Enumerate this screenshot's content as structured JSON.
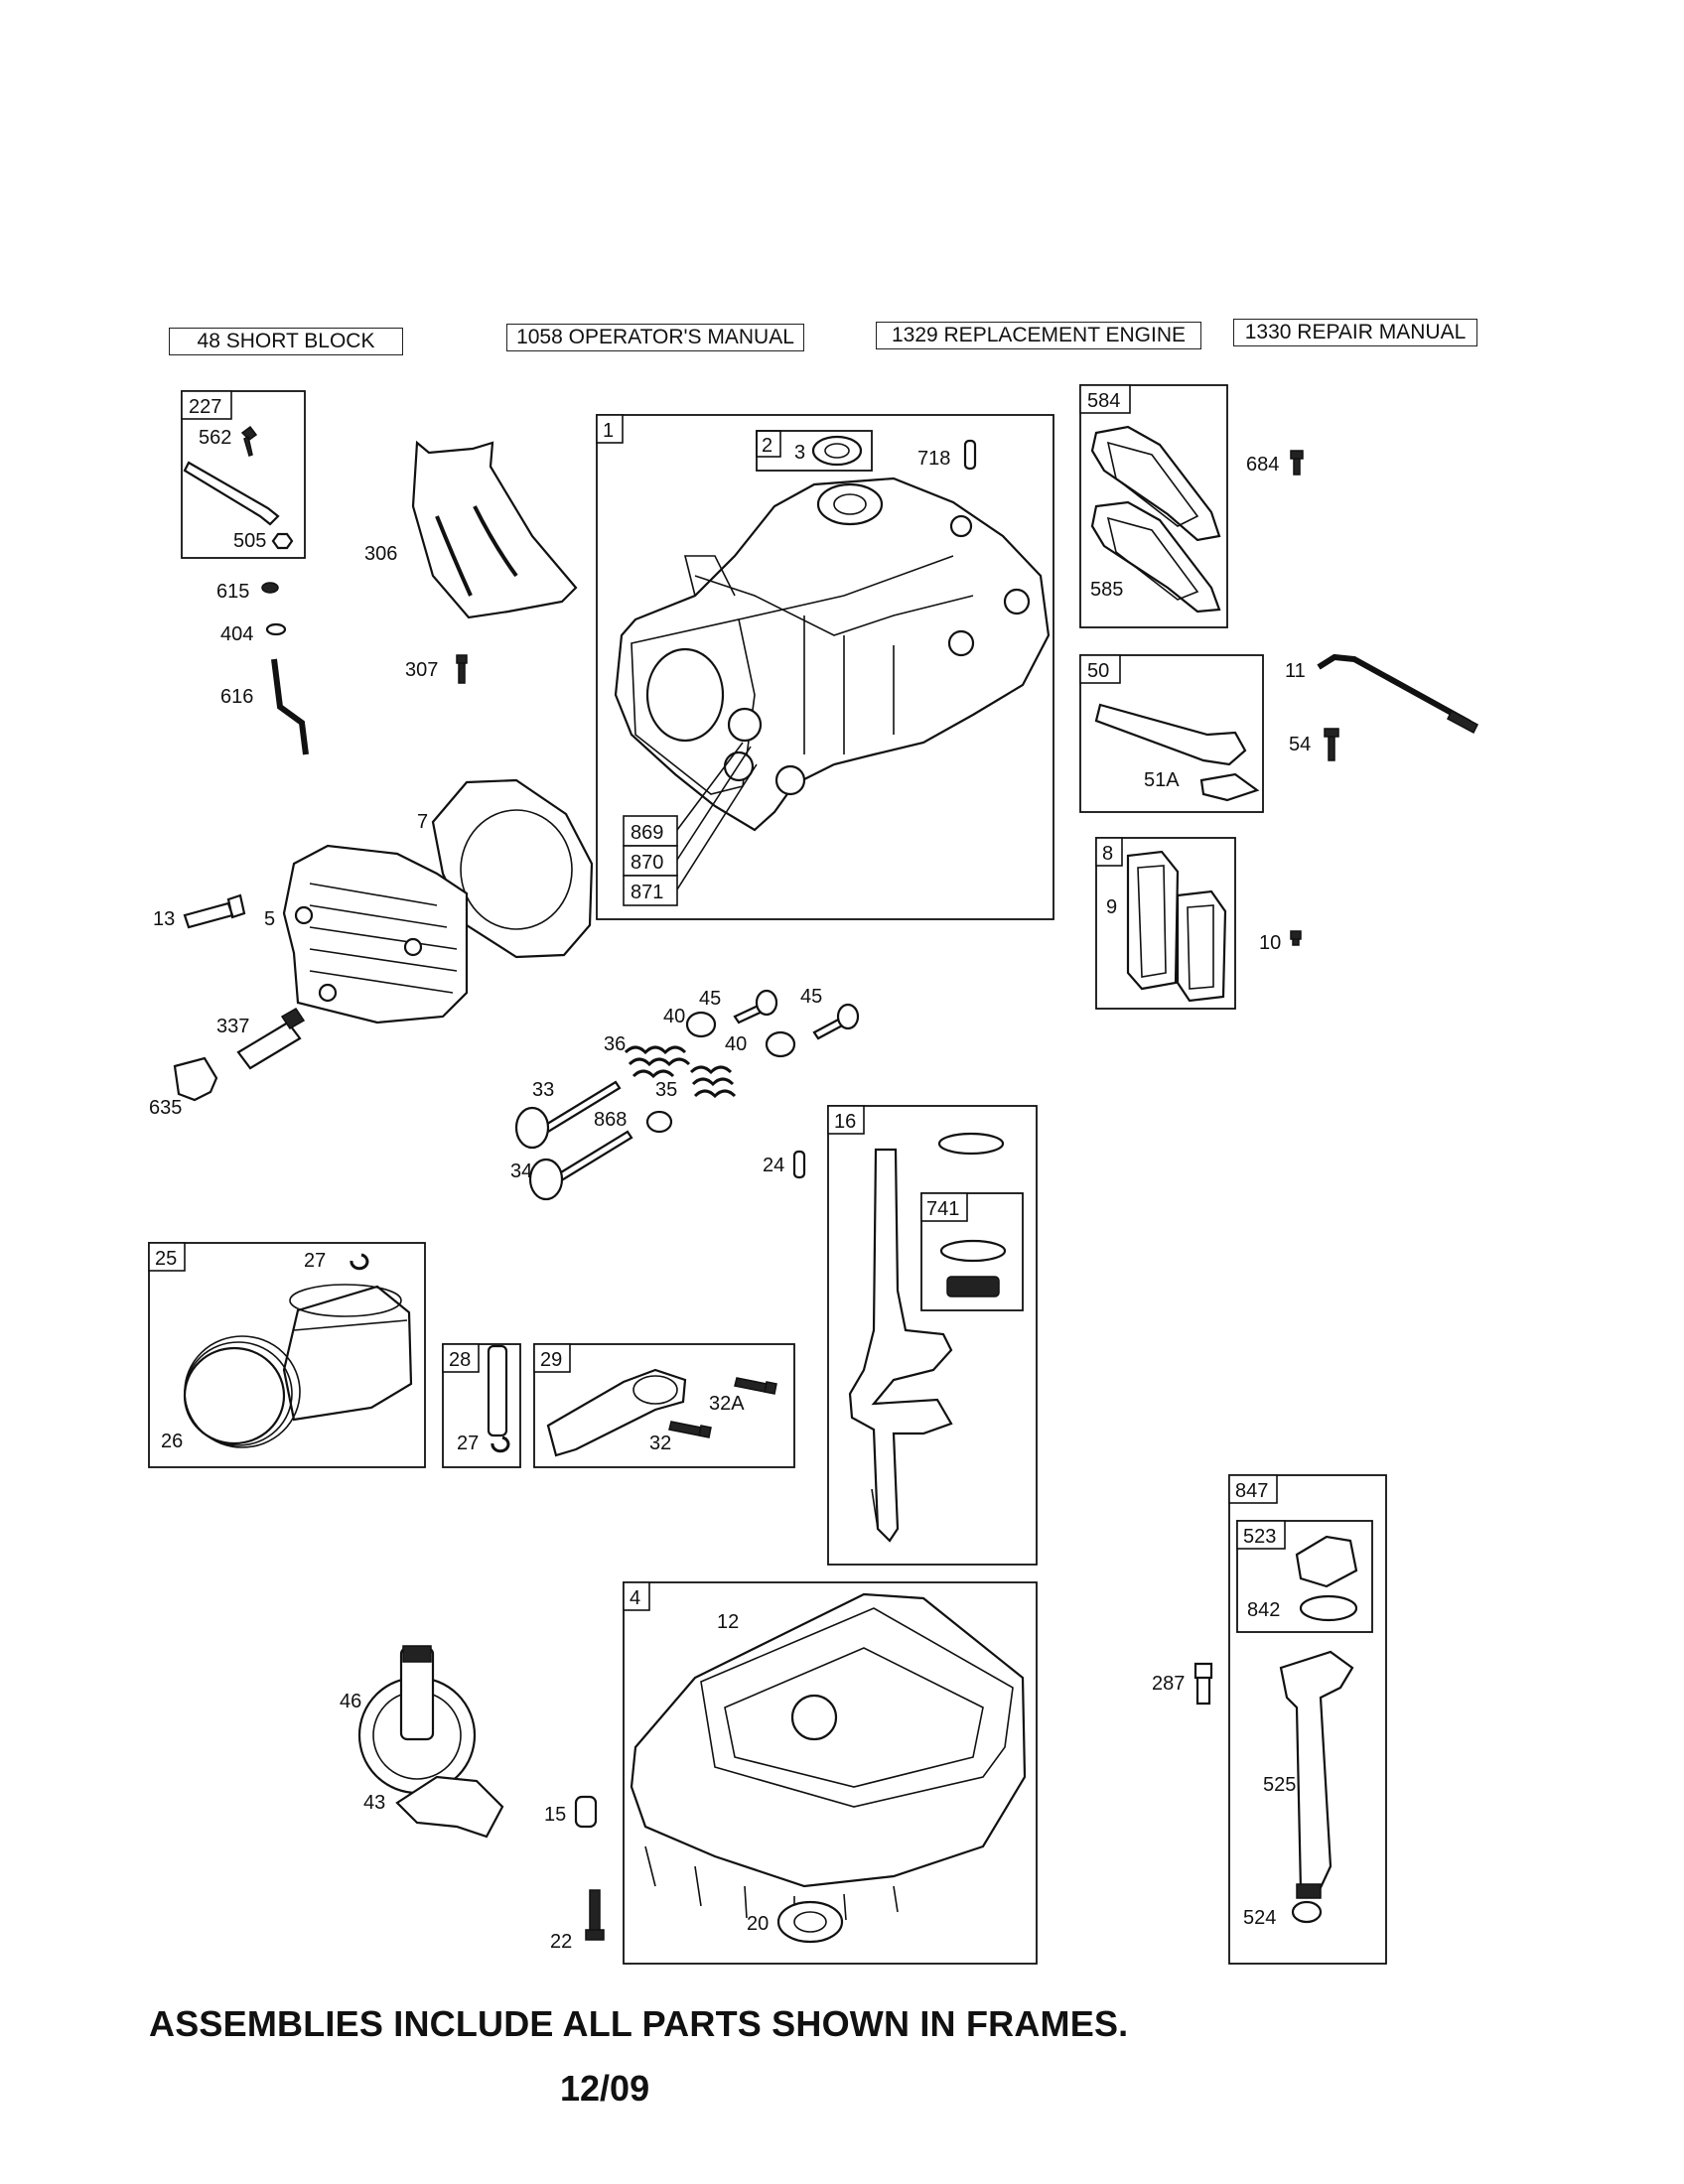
{
  "kits": [
    {
      "label": "48 SHORT BLOCK"
    },
    {
      "label": "1058 OPERATOR'S MANUAL"
    },
    {
      "label": "1329 REPLACEMENT ENGINE"
    },
    {
      "label": "1330 REPAIR MANUAL"
    }
  ],
  "frames": {
    "f227": "227",
    "f1": "1",
    "f2": "2",
    "f584": "584",
    "f50": "50",
    "f8": "8",
    "f16": "16",
    "f741": "741",
    "f25": "25",
    "f28": "28",
    "f29": "29",
    "f4": "4",
    "f847": "847",
    "f523": "523",
    "f869": "869",
    "f870": "870",
    "f871": "871"
  },
  "parts": {
    "p562": "562",
    "p505": "505",
    "p615": "615",
    "p404": "404",
    "p616": "616",
    "p306": "306",
    "p307": "307",
    "p3": "3",
    "p718": "718",
    "p684": "684",
    "p585": "585",
    "p11": "11",
    "p54": "54",
    "p51A": "51A",
    "p9": "9",
    "p10": "10",
    "p7": "7",
    "p13": "13",
    "p5": "5",
    "p337": "337",
    "p635": "635",
    "p40a": "40",
    "p45a": "45",
    "p45b": "45",
    "p36": "36",
    "p40b": "40",
    "p33": "33",
    "p35": "35",
    "p868": "868",
    "p34": "34",
    "p24": "24",
    "p27a": "27",
    "p26": "26",
    "p27b": "27",
    "p32A": "32A",
    "p32": "32",
    "p12": "12",
    "p46": "46",
    "p43": "43",
    "p15": "15",
    "p22": "22",
    "p20": "20",
    "p842": "842",
    "p287": "287",
    "p525": "525",
    "p524": "524"
  },
  "footer": {
    "note": "ASSEMBLIES INCLUDE ALL PARTS SHOWN IN FRAMES.",
    "date": "12/09"
  }
}
